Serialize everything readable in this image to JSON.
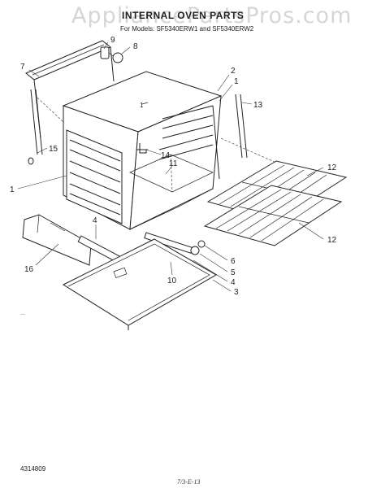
{
  "watermark": "AppliancePartsPros.com",
  "title": "INTERNAL OVEN PARTS",
  "subtitle": "For Models: SF5340ERW1 and SF5340ERW2",
  "footer_code": "4314809",
  "page_mark": "7/3-E-13",
  "callouts": [
    "1",
    "1",
    "2",
    "3",
    "4",
    "4",
    "5",
    "6",
    "7",
    "8",
    "9",
    "10",
    "11",
    "12",
    "12",
    "13",
    "14",
    "15",
    "16"
  ]
}
